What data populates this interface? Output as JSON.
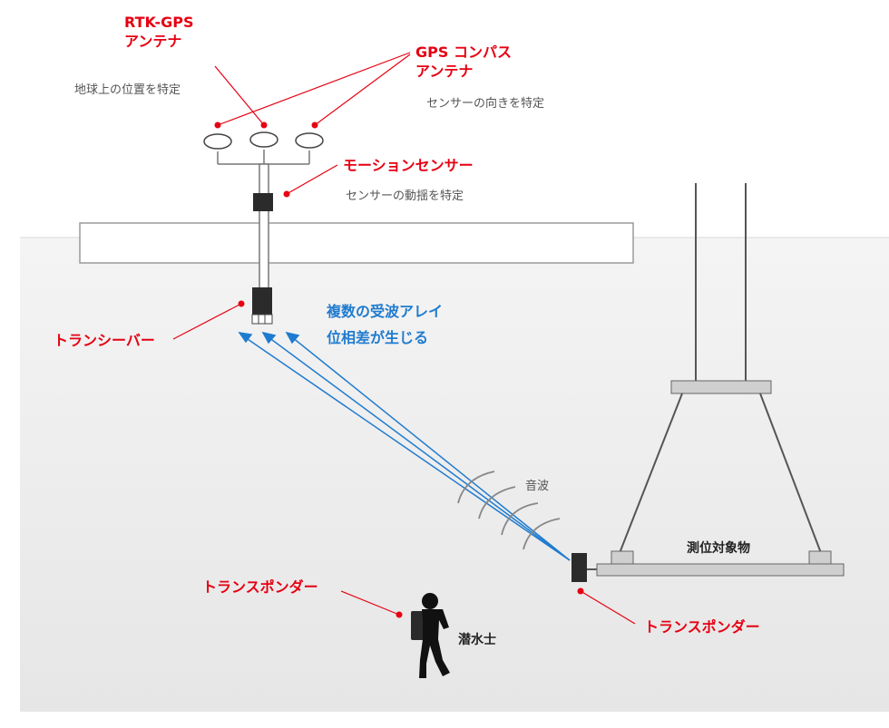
{
  "colors": {
    "accent_red": "#e60012",
    "signal_blue": "#1f7bcf",
    "text_gray": "#555555",
    "text_dark": "#222222",
    "water_top": "#f4f4f4",
    "water_bottom": "#e6e6e6",
    "equipment_dark": "#2b2b2b",
    "platform_gray": "#cfcfcf"
  },
  "labels": {
    "rtk_gps_line1": "RTK-GPS",
    "rtk_gps_line2": "アンテナ",
    "rtk_gps_desc": "地球上の位置を特定",
    "gps_compass_line1": "GPS コンパス",
    "gps_compass_line2": "アンテナ",
    "gps_compass_desc": "センサーの向きを特定",
    "motion_sensor": "モーションセンサー",
    "motion_sensor_desc": "センサーの動揺を特定",
    "transceiver": "トランシーバー",
    "receiver_array_line1": "複数の受波アレイ",
    "receiver_array_line2": "位相差が生じる",
    "sound_wave": "音波",
    "target_object": "測位対象物",
    "transponder_diver": "トランスポンダー",
    "diver": "潜水士",
    "transponder_target": "トランスポンダー"
  },
  "icons": {
    "antenna": "antenna-icon",
    "motion_sensor": "motion-sensor-icon",
    "transceiver": "transceiver-icon",
    "transponder": "transponder-icon",
    "diver": "diver-icon"
  }
}
